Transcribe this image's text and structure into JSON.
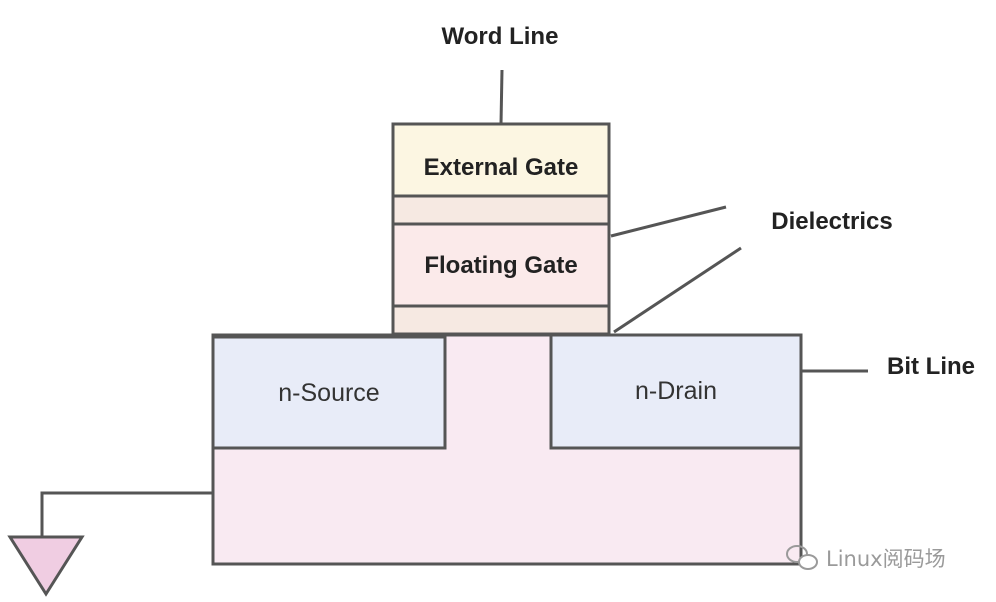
{
  "labels": {
    "word_line": "Word Line",
    "external_gate": "External Gate",
    "floating_gate": "Floating Gate",
    "dielectrics": "Dielectrics",
    "bit_line": "Bit Line",
    "source": "n-Source",
    "drain": "n-Drain"
  },
  "watermark": {
    "text": "Linux阅码场",
    "icon": "wechat-icon"
  },
  "colors": {
    "outline": "#555555",
    "external_gate_fill": "#fcf6e2",
    "dielectric_fill": "#f6e9e2",
    "floating_gate_fill": "#fbeaea",
    "substrate_fill": "#f9eaf2",
    "source_drain_fill": "#e8ecf8",
    "ground_fill": "#f0cde2"
  }
}
